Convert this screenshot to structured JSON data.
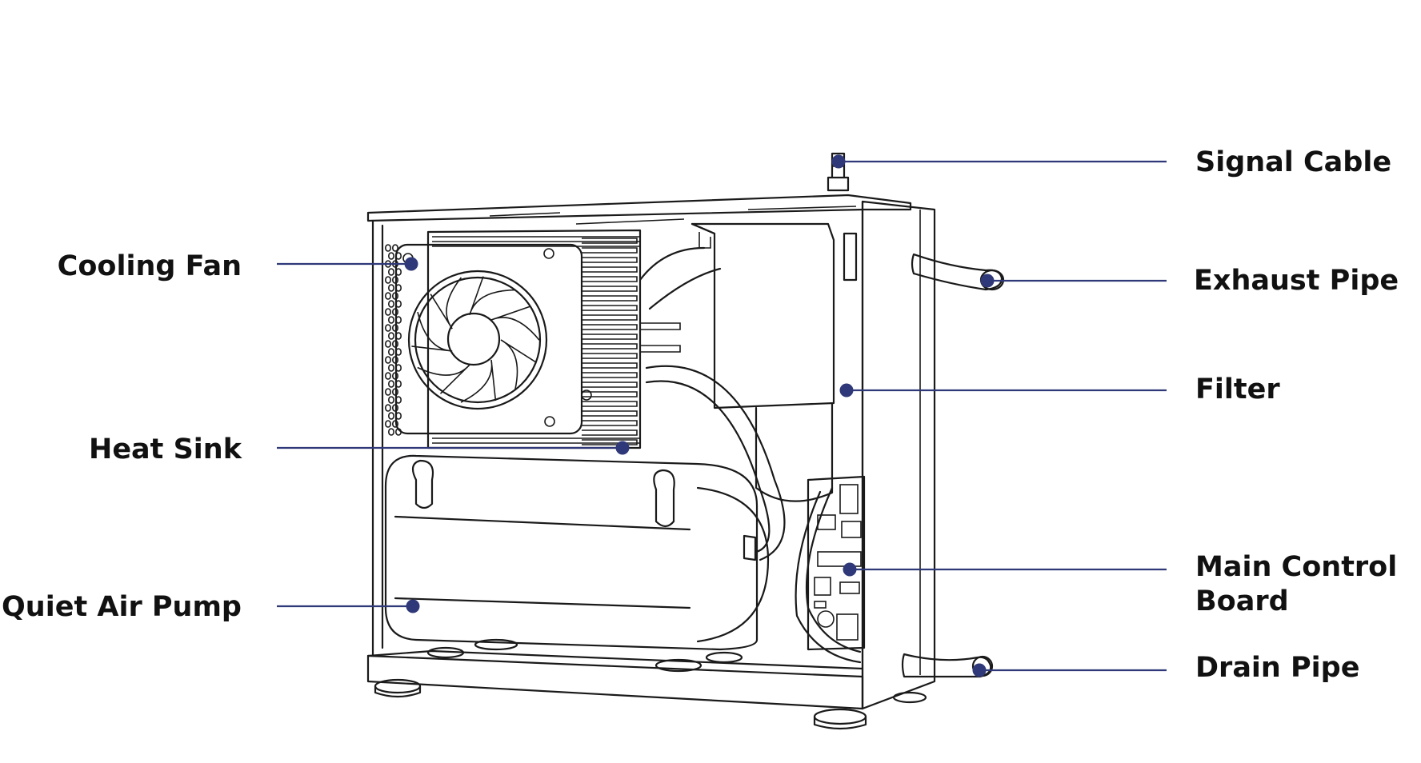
{
  "colors": {
    "leader": "#2f3878",
    "dot": "#2f3878",
    "outline": "#1a1a1a",
    "label": "#111111"
  },
  "labels": {
    "signal_cable": "Signal Cable",
    "exhaust_pipe": "Exhaust Pipe",
    "filter": "Filter",
    "main_control_board_line1": "Main Control",
    "main_control_board_line2": "Board",
    "drain_pipe": "Drain Pipe",
    "cooling_fan": "Cooling Fan",
    "heat_sink": "Heat Sink",
    "quiet_air_pump": "Quiet Air Pump"
  }
}
